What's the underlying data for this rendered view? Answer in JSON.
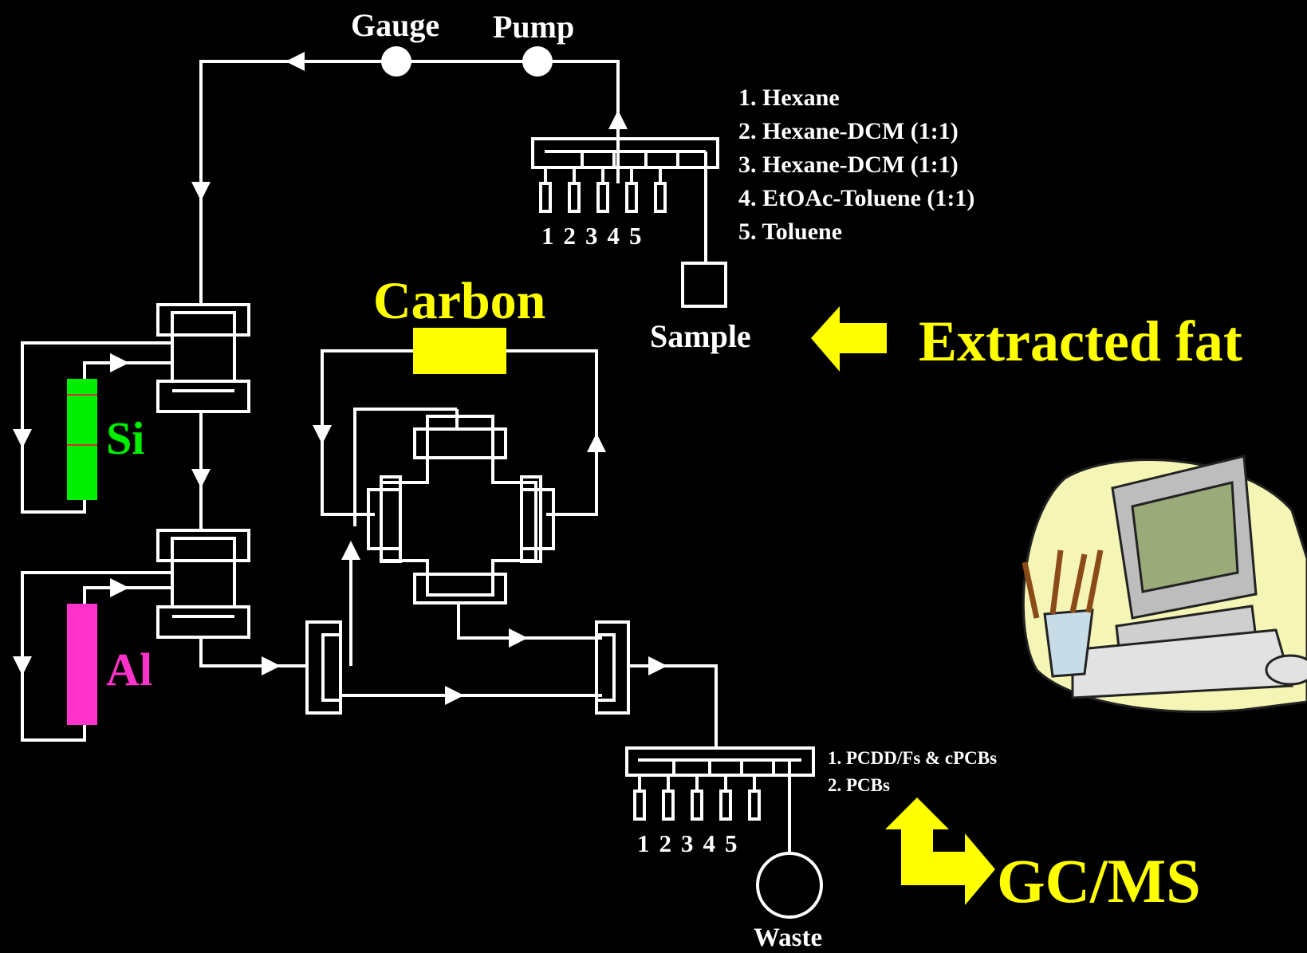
{
  "top": {
    "gauge": "Gauge",
    "pump": "Pump"
  },
  "solvents": [
    "1. Hexane",
    "2. Hexane-DCM (1:1)",
    "3. Hexane-DCM (1:1)",
    "4. EtOAc-Toluene (1:1)",
    "5. Toluene"
  ],
  "inlet_ports": [
    "1",
    "2",
    "3",
    "4",
    "5"
  ],
  "sample": "Sample",
  "extracted_fat": "Extracted fat",
  "carbon": "Carbon",
  "columns": {
    "si": "Si",
    "al": "Al"
  },
  "fractions": [
    "1. PCDD/Fs & cPCBs",
    "2. PCBs"
  ],
  "outlet_ports": [
    "1",
    "2",
    "3",
    "4",
    "5"
  ],
  "waste": "Waste",
  "gcms": "GC/MS",
  "colors": {
    "background": "#000000",
    "line": "#ffffff",
    "highlight": "#ffff00",
    "si": "#00ee00",
    "al": "#ff33cc"
  }
}
